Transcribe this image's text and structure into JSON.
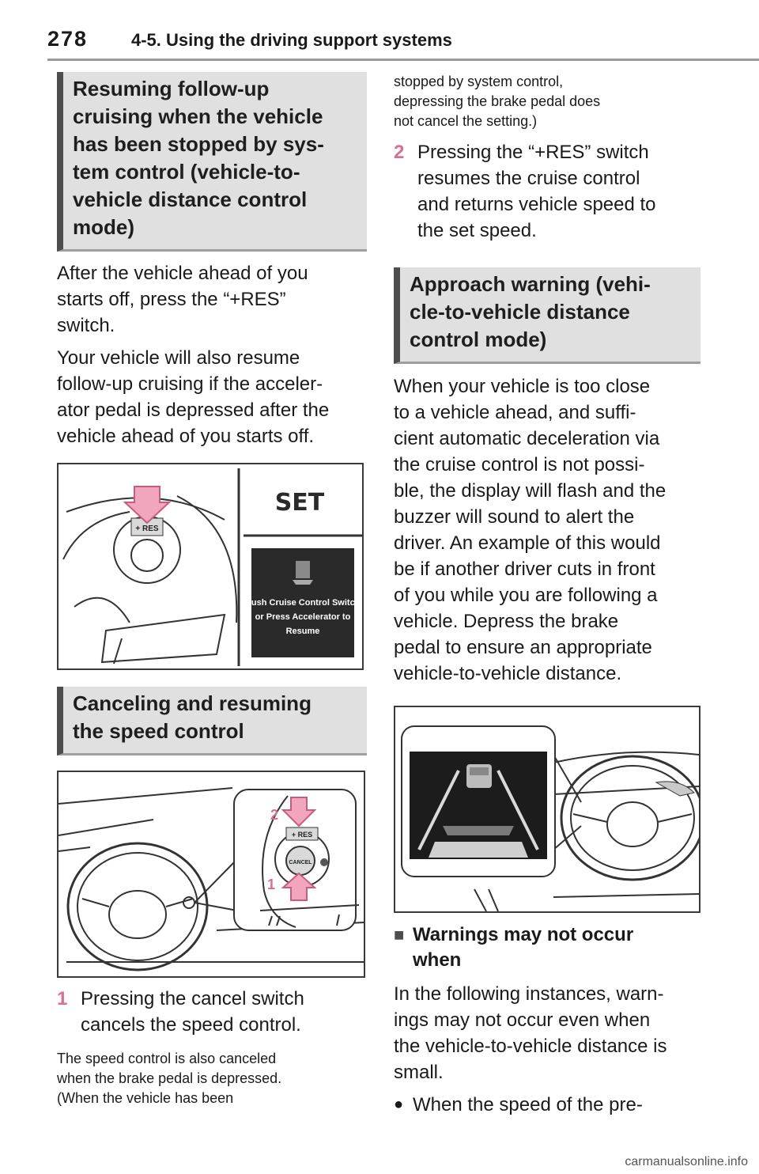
{
  "header": {
    "page_number": "278",
    "section": "4-5. Using the driving support systems"
  },
  "left": {
    "heading1": [
      "Resuming follow-up",
      "cruising when the vehicle",
      "has been stopped by sys-",
      "tem control (vehicle-to-",
      "vehicle distance control",
      "mode)"
    ],
    "para1": [
      "After the vehicle ahead of you",
      "starts off, press the “+RES”",
      "switch."
    ],
    "para2": [
      "Your vehicle will also resume",
      "follow-up cruising if the acceler-",
      "ator pedal is depressed after the",
      "vehicle ahead of you starts off."
    ],
    "figure1": {
      "switch_label": "+ RES",
      "set_text": "SET",
      "display_text": [
        "Push Cruise Control Switch",
        "or Press Accelerator to",
        "Resume"
      ]
    },
    "heading2": [
      "Canceling and resuming",
      "the speed control"
    ],
    "figure2": {
      "res_label": "+ RES",
      "cancel_label": "CANCEL",
      "callout_2": "2",
      "callout_1": "1"
    },
    "item1_num": "1",
    "item1_text": [
      "Pressing the cancel switch",
      "cancels the speed control."
    ],
    "small_note": [
      "The speed control is also canceled",
      "when the brake pedal is depressed.",
      "(When the vehicle has been"
    ]
  },
  "right": {
    "small_cont": [
      "stopped by system control,",
      "depressing the brake pedal does",
      "not cancel the setting.)"
    ],
    "item2_num": "2",
    "item2_text": [
      "Pressing the “+RES” switch",
      "resumes the cruise control",
      "and returns vehicle speed to",
      "the set speed."
    ],
    "heading3": [
      "Approach warning (vehi-",
      "cle-to-vehicle distance",
      "control mode)"
    ],
    "para3": [
      "When your vehicle is too close",
      "to a vehicle ahead, and suffi-",
      "cient automatic deceleration via",
      "the cruise control is not possi-",
      "ble, the display will flash and the",
      "buzzer will sound to alert the",
      "driver. An example of this would",
      "be if another driver cuts in front",
      "of you while you are following a",
      "vehicle. Depress the brake",
      "pedal to ensure an appropriate",
      "vehicle-to-vehicle distance."
    ],
    "subhead_marker": "■",
    "subhead": [
      "Warnings may not occur",
      "when"
    ],
    "para4": [
      "In the following instances, warn-",
      "ings may not occur even when",
      "the vehicle-to-vehicle distance is",
      "small."
    ],
    "bullet_marker": "●",
    "bullet1": "When the speed of the pre-"
  },
  "watermark": "carmanualsonline.info",
  "colors": {
    "accent_pink": "#d5718f",
    "heading_bg": "#e0e0e0",
    "heading_bar": "#4d4d4d"
  }
}
